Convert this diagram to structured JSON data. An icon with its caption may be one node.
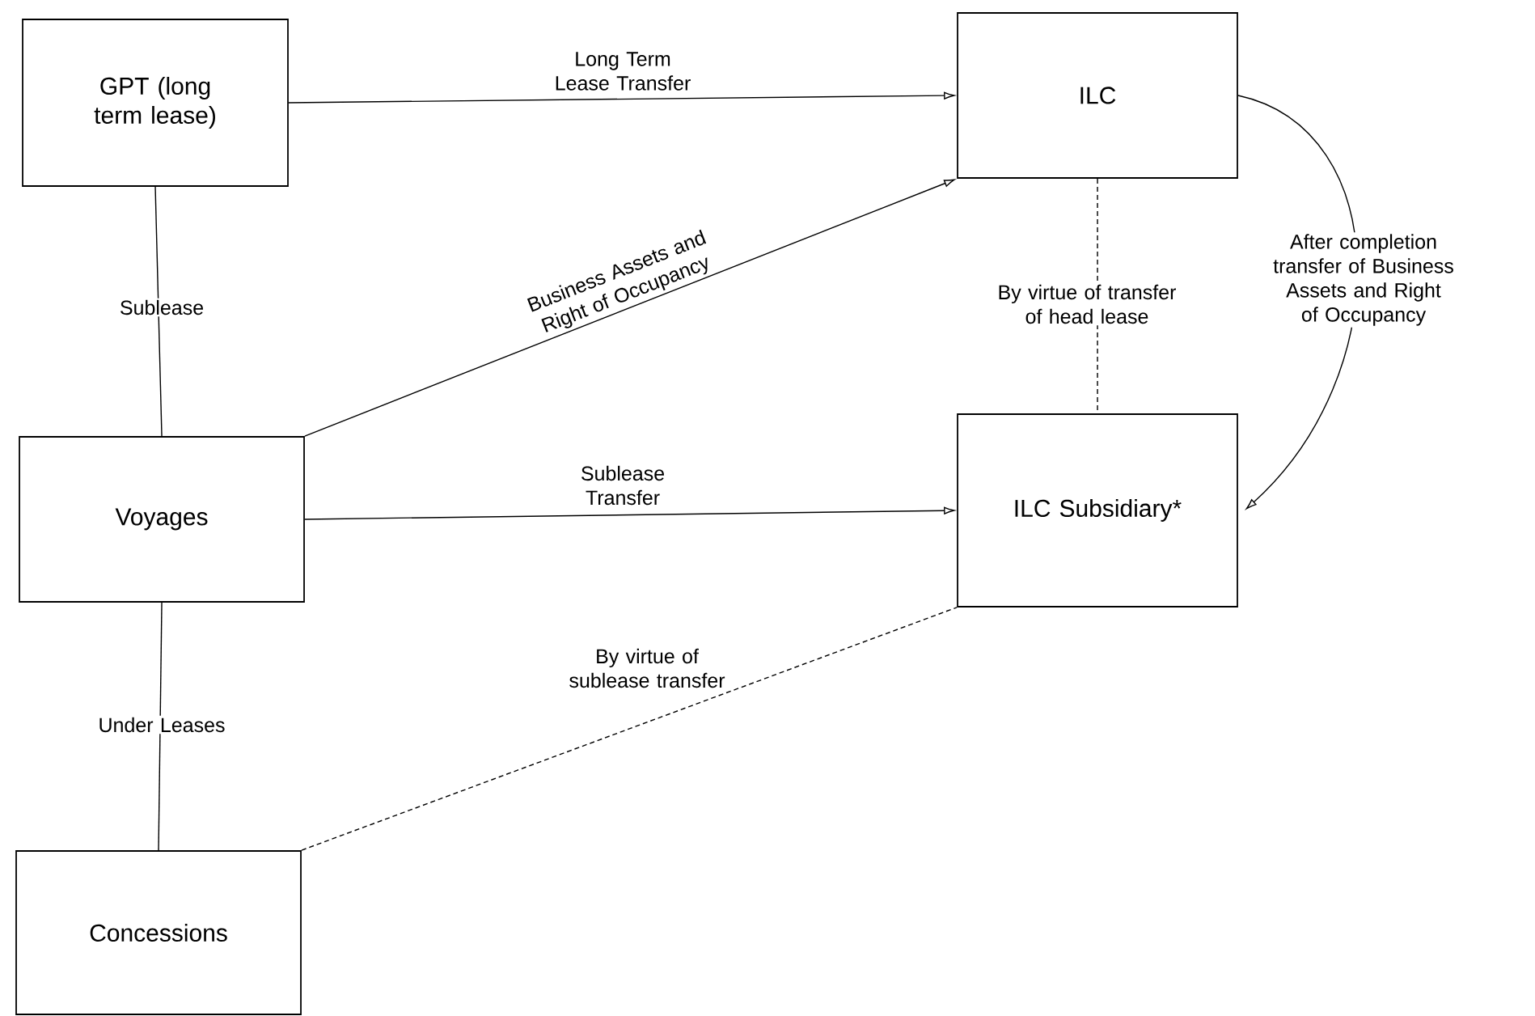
{
  "diagram": {
    "nodes": [
      {
        "text": [
          "GPT (long term lease)"
        ]
      },
      {
        "text": [
          "ILC"
        ]
      },
      {
        "text": [
          "Voyages"
        ]
      },
      {
        "text": [
          "ILC Subsidiary*"
        ]
      },
      {
        "text": [
          "Concessions"
        ]
      }
    ],
    "edges": [
      {
        "from": 0,
        "to": 1,
        "arrow": "to",
        "label": "Long Term Lease Transfer"
      },
      {
        "from": 0,
        "to": 2,
        "arrow": "none",
        "label": "Sublease"
      },
      {
        "from": 2,
        "to": 1,
        "arrow": "to",
        "label": "Business Assets and Right of Occupancy"
      },
      {
        "from": 1,
        "to": 3,
        "arrow": "none",
        "style": "dashed",
        "label": "By virtue of transfer of head lease"
      },
      {
        "from": 1,
        "to": 3,
        "arrow": "to",
        "label": "After completion transfer of Business Assets and Right of Occupancy"
      },
      {
        "from": 2,
        "to": 3,
        "arrow": "to",
        "label": "Sublease Transfer"
      },
      {
        "from": 2,
        "to": 4,
        "arrow": "none",
        "label": "Under Leases"
      },
      {
        "from": 4,
        "to": 3,
        "arrow": "none",
        "style": "dashed",
        "label": "By virtue of sublease transfer"
      }
    ]
  }
}
